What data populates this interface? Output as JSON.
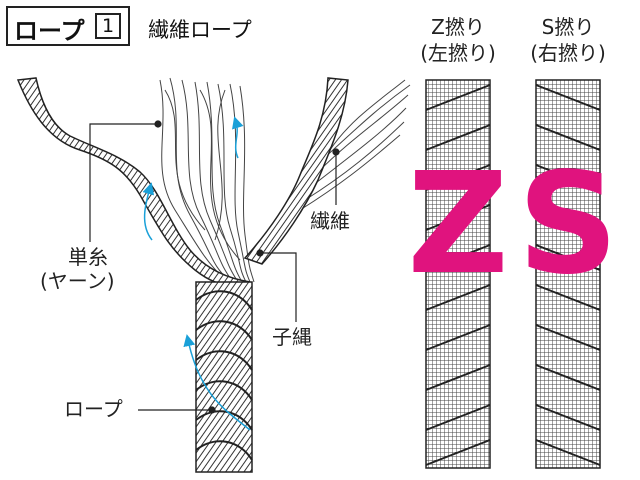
{
  "title": {
    "main": "ロープ",
    "number": "1",
    "subtitle": "繊維ロープ"
  },
  "labels": {
    "single_yarn": "単糸",
    "single_yarn_sub": "(ヤーン)",
    "fiber": "繊維",
    "strand": "子縄",
    "rope": "ロープ"
  },
  "twist": {
    "z": {
      "name": "Z撚り",
      "sub": "(左撚り)",
      "letter": "Z"
    },
    "s": {
      "name": "S撚り",
      "sub": "(右撚り)",
      "letter": "S"
    }
  },
  "colors": {
    "accent": "#e0137e",
    "arrow": "#1aa0d8",
    "line": "#222222"
  }
}
